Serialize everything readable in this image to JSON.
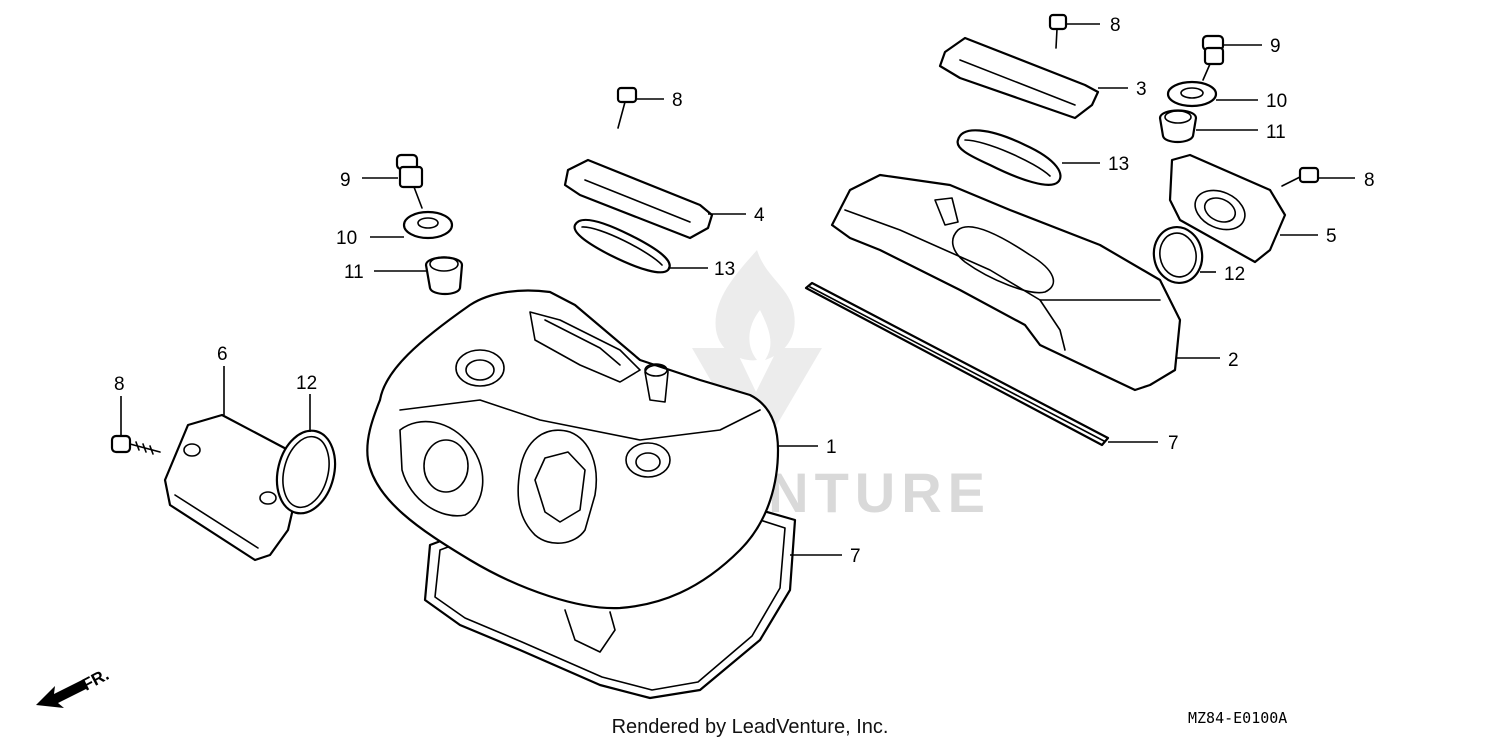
{
  "watermark": {
    "text": "LEADVENTURE"
  },
  "callouts": {
    "c1": "1",
    "c2": "2",
    "c3": "3",
    "c4": "4",
    "c5": "5",
    "c6": "6",
    "c7a": "7",
    "c7b": "7",
    "c8a": "8",
    "c8b": "8",
    "c8c": "8",
    "c8d": "8",
    "c9a": "9",
    "c9b": "9",
    "c10a": "10",
    "c10b": "10",
    "c11a": "11",
    "c11b": "11",
    "c12a": "12",
    "c12b": "12",
    "c13a": "13",
    "c13b": "13"
  },
  "direction": {
    "label": "FR."
  },
  "footer": {
    "credit": "Rendered by LeadVenture, Inc.",
    "code": "MZ84-E0100A"
  }
}
